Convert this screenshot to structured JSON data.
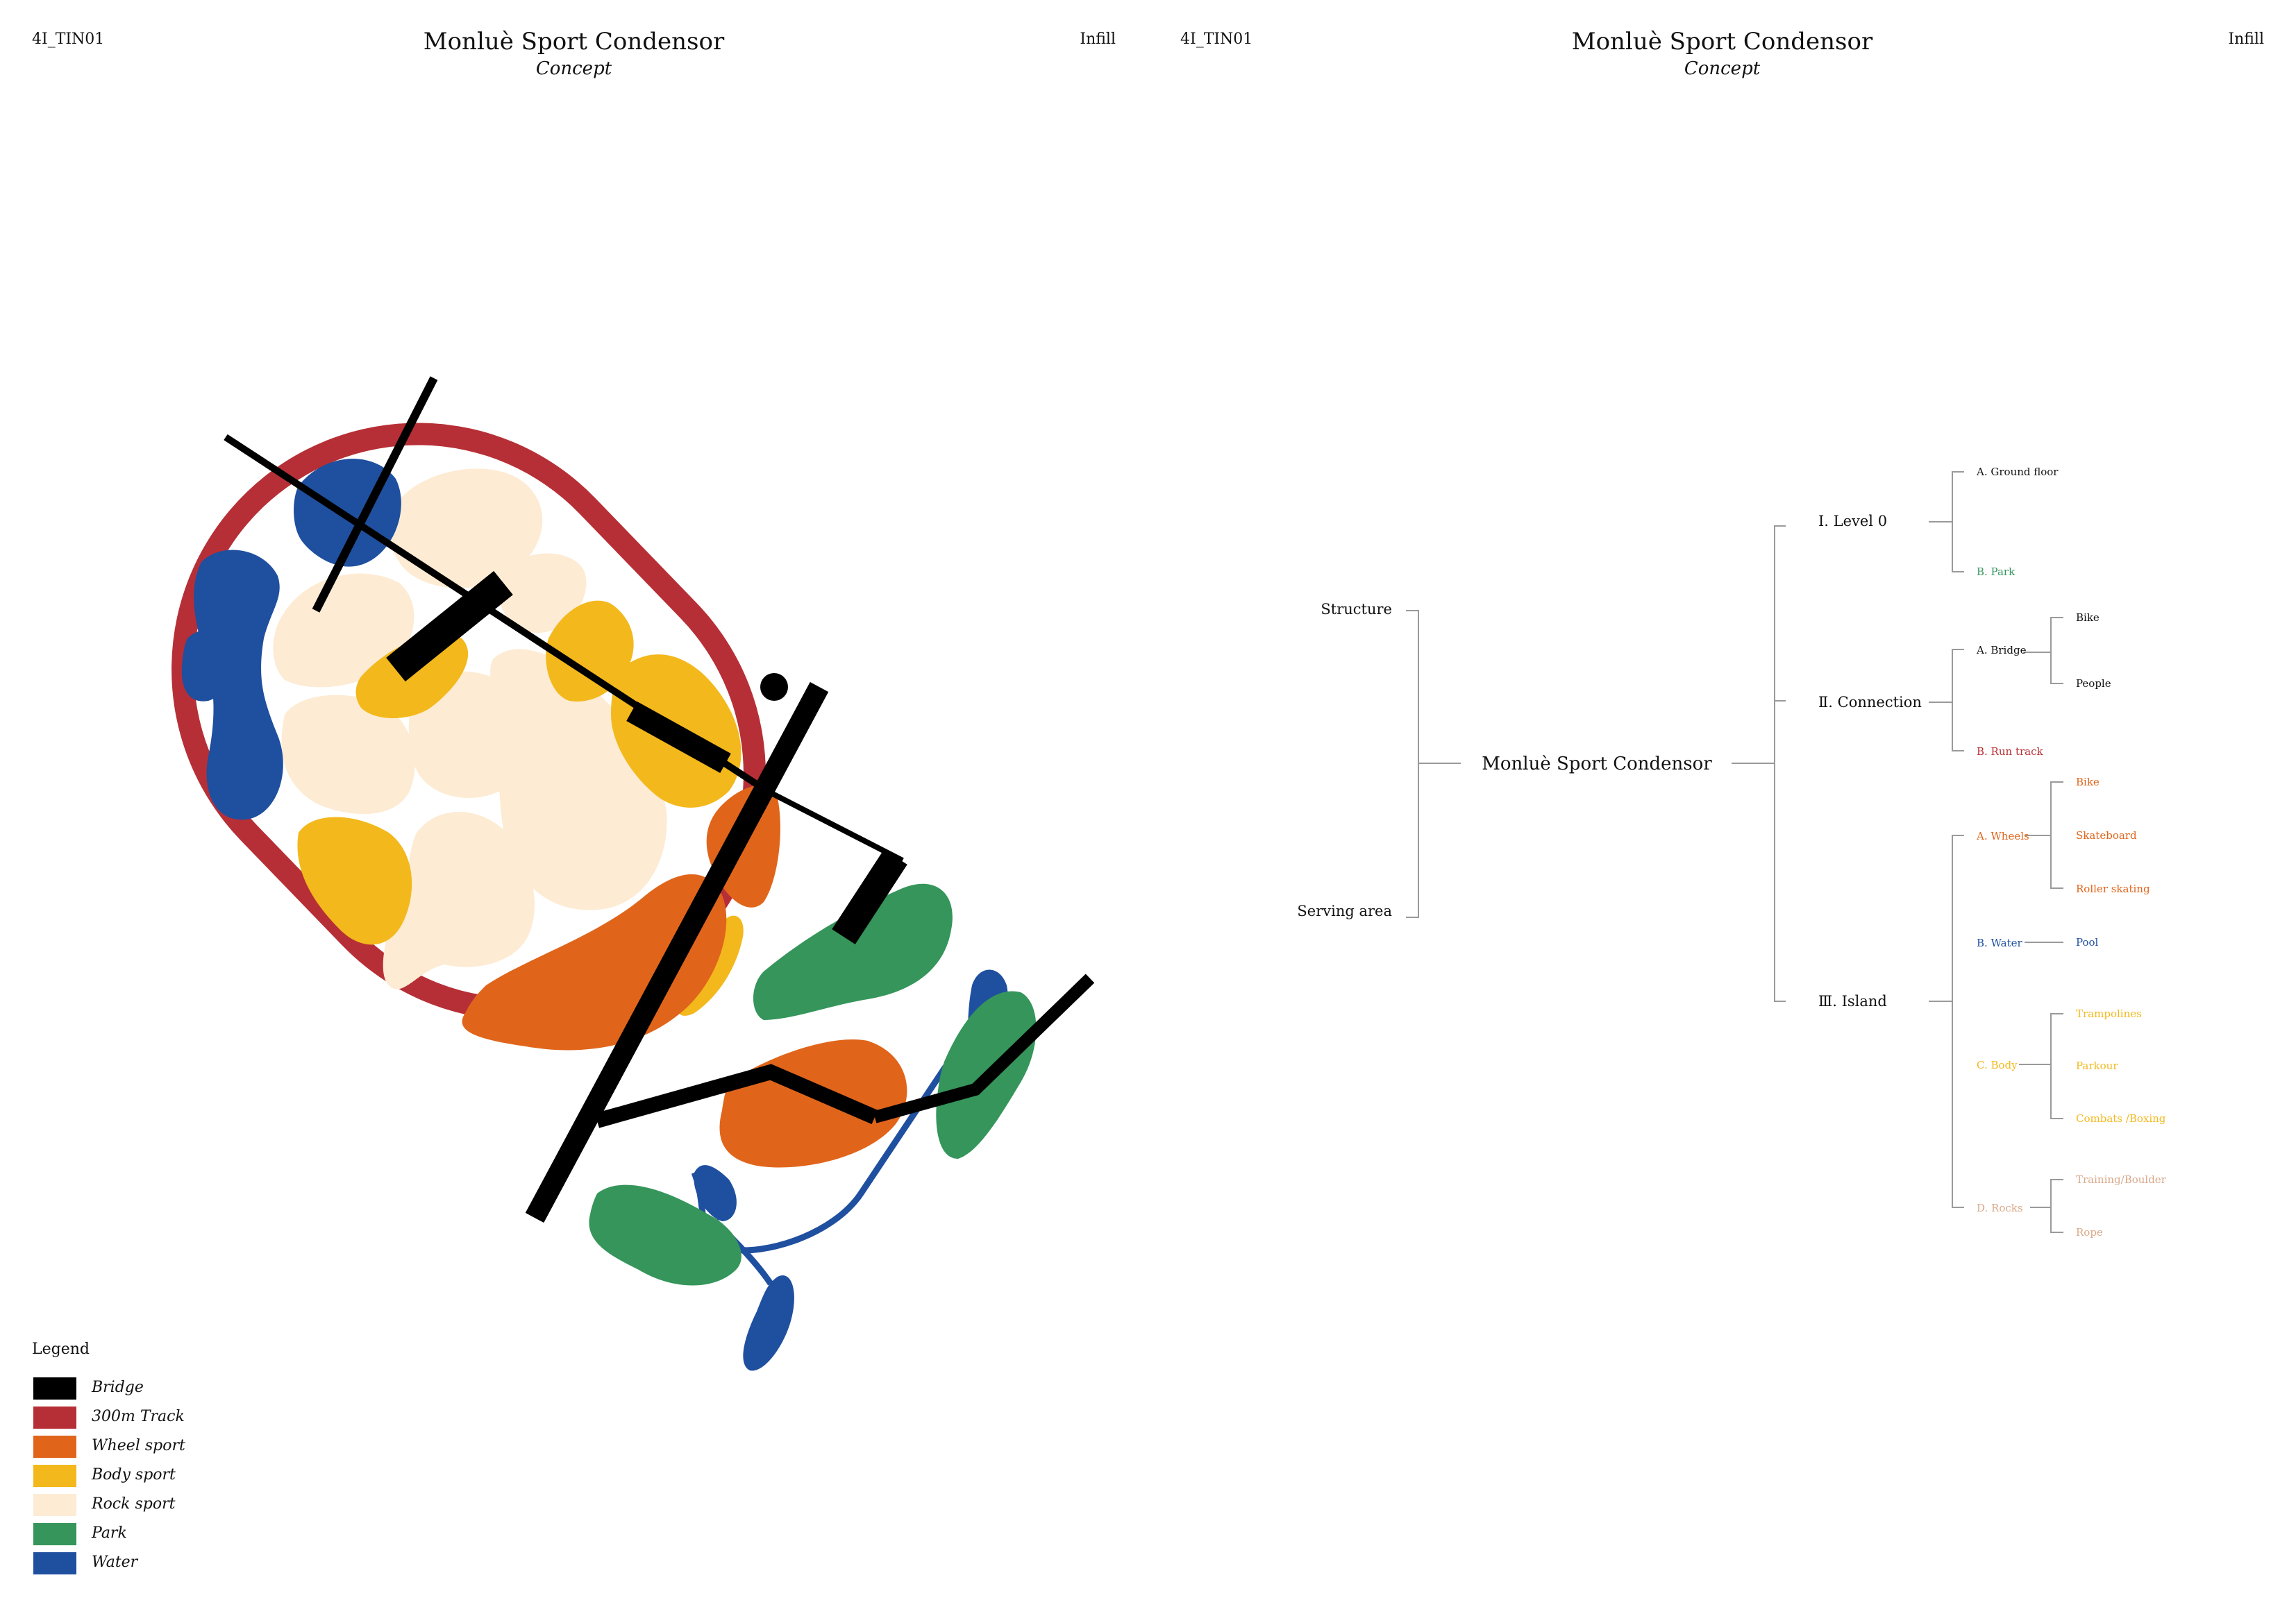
{
  "left_panel": {
    "code": "4I_TIN01",
    "title": "Monluè Sport Condensor",
    "subtitle": "Concept",
    "tag": "Infill",
    "legend": {
      "title": "Legend",
      "items": [
        {
          "label": "Bridge",
          "color": "#000000"
        },
        {
          "label": "300m Track",
          "color": "#b72f36"
        },
        {
          "label": "Wheel sport",
          "color": "#e0651b"
        },
        {
          "label": "Body sport",
          "color": "#f3b81c"
        },
        {
          "label": "Rock sport",
          "color": "#fdebd3"
        },
        {
          "label": "Park",
          "color": "#35955a"
        },
        {
          "label": "Water",
          "color": "#1f4f9f"
        }
      ]
    }
  },
  "right_panel": {
    "code": "4I_TIN01",
    "title": "Monluè Sport Condensor",
    "subtitle": "Concept",
    "tag": "Infill",
    "tree": {
      "root": "Monluè Sport Condensor",
      "left_branches": [
        "Structure",
        "Serving area"
      ],
      "levels": [
        {
          "label": "Ⅰ. Level 0",
          "children": [
            {
              "label": "A. Ground floor",
              "color": "#111111",
              "leaves": []
            },
            {
              "label": "B. Park",
              "color": "#35955a",
              "leaves": []
            }
          ]
        },
        {
          "label": "Ⅱ. Connection",
          "children": [
            {
              "label": "A. Bridge",
              "color": "#111111",
              "leaves": [
                "Bike",
                "People"
              ]
            },
            {
              "label": "B. Run track",
              "color": "#b72f36",
              "leaves": []
            }
          ]
        },
        {
          "label": "Ⅲ. Island",
          "children": [
            {
              "label": "A. Wheels",
              "color": "#e0651b",
              "leaves": [
                "Bike",
                "Skateboard",
                "Roller skating"
              ]
            },
            {
              "label": "B. Water",
              "color": "#1f4f9f",
              "leaves": [
                "Pool"
              ]
            },
            {
              "label": "C. Body",
              "color": "#f3b81c",
              "leaves": [
                "Trampolines",
                "Parkour",
                "Combats /Boxing"
              ]
            },
            {
              "label": "D. Rocks",
              "color": "#d9a98a",
              "leaves": [
                "Training/Boulder",
                "Rope"
              ]
            }
          ]
        }
      ]
    }
  }
}
